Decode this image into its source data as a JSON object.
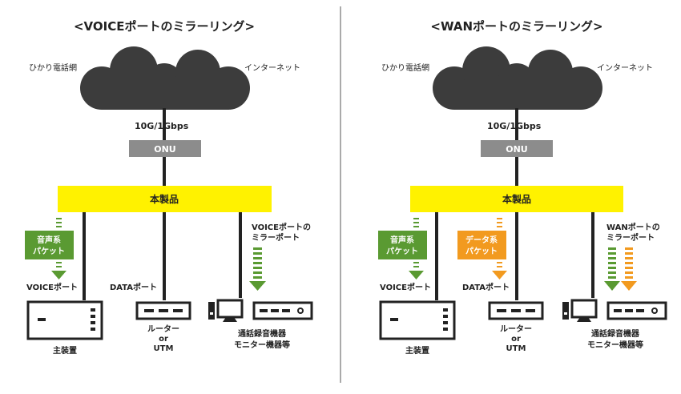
{
  "left": {
    "title": "<VOICEポートのミラーリング>",
    "cloud_left_label": "ひかり電話網",
    "cloud_right_label": "インターネット",
    "speed_label": "10G/1Gbps",
    "onu_label": "ONU",
    "product_label": "本製品",
    "flow1_line1": "音声系",
    "flow1_line2": "パケット",
    "port1_label": "VOICEポート",
    "port2_label": "DATAポート",
    "mirror_line1": "VOICEポートの",
    "mirror_line2": "ミラーポート",
    "device1_label": "主装置",
    "device2_line1": "ルーター",
    "device2_line2": "or",
    "device2_line3": "UTM",
    "device3_line1": "通話録音機器",
    "device3_line2": "モニター機器等"
  },
  "right": {
    "title": "<WANポートのミラーリング>",
    "cloud_left_label": "ひかり電話網",
    "cloud_right_label": "インターネット",
    "speed_label": "10G/1Gbps",
    "onu_label": "ONU",
    "product_label": "本製品",
    "flow1_line1": "音声系",
    "flow1_line2": "パケット",
    "flow2_line1": "データ系",
    "flow2_line2": "パケット",
    "port1_label": "VOICEポート",
    "port2_label": "DATAポート",
    "mirror_line1": "WANポートの",
    "mirror_line2": "ミラーポート",
    "device1_label": "主装置",
    "device2_line1": "ルーター",
    "device2_line2": "or",
    "device2_line3": "UTM",
    "device3_line1": "通話録音機器",
    "device3_line2": "モニター機器等"
  },
  "colors": {
    "cloud": "#3c3c3c",
    "onu_box": "#8c8c8c",
    "product_bar": "#fff200",
    "voice_flow": "#5a9a32",
    "data_flow": "#f29a1f",
    "line": "#222222",
    "divider": "#555555"
  }
}
